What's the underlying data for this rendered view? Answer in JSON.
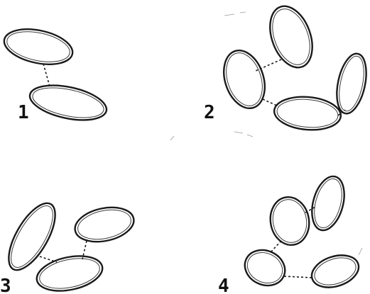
{
  "figure": {
    "panels": [
      {
        "id": "1",
        "label": "1",
        "cell_count": 2
      },
      {
        "id": "2",
        "label": "2",
        "cell_count": 4
      },
      {
        "id": "3",
        "label": "3",
        "cell_count": 3
      },
      {
        "id": "4",
        "label": "4",
        "cell_count": 4
      }
    ],
    "colors": {
      "ink": "#1a1a1a",
      "background": "#ffffff"
    }
  }
}
